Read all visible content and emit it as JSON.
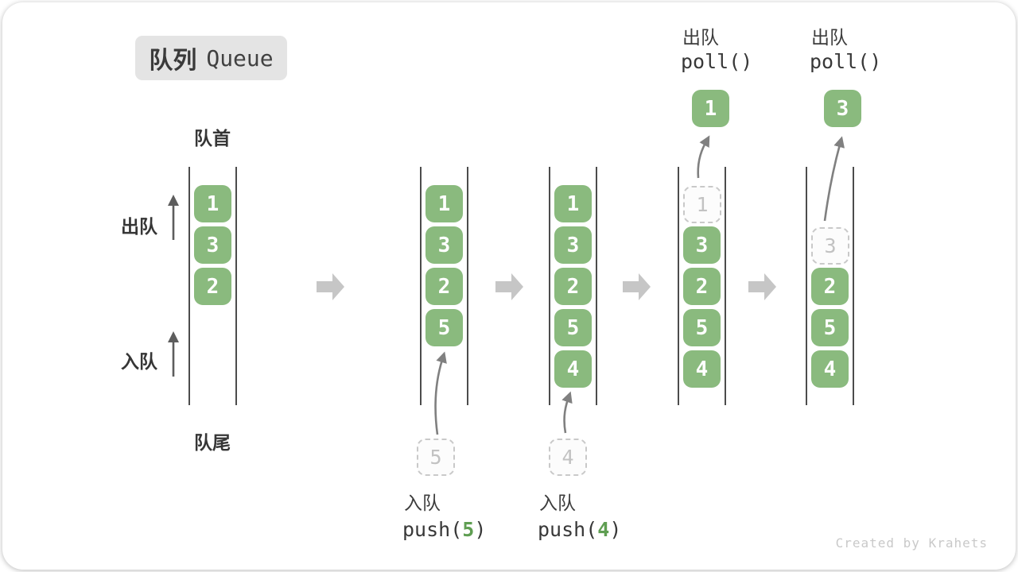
{
  "badge": {
    "zh": "队列",
    "en": "Queue"
  },
  "labels": {
    "front": "队首",
    "rear": "队尾",
    "dequeue": "出队",
    "enqueue": "入队"
  },
  "ops": {
    "enqueue_zh": "入队",
    "dequeue_zh": "出队",
    "poll": "poll()",
    "push_fn": "push(",
    "push_close": ")",
    "push5_arg": "5",
    "push4_arg": "4"
  },
  "states": {
    "s1": {
      "items": [
        "1",
        "3",
        "2"
      ]
    },
    "s2": {
      "items": [
        "1",
        "3",
        "2",
        "5"
      ],
      "pending": "5"
    },
    "s3": {
      "items": [
        "1",
        "3",
        "2",
        "5",
        "4"
      ],
      "pending": "4"
    },
    "s4": {
      "removed": "1",
      "items": [
        "3",
        "2",
        "5",
        "4"
      ],
      "result": "1"
    },
    "s5": {
      "removed": "3",
      "items": [
        "2",
        "5",
        "4"
      ],
      "result": "3"
    }
  },
  "watermark": "Created by Krahets",
  "colors": {
    "box_green": "#8aba7e",
    "code_green": "#5f9e52",
    "block_arrow_gray": "#c6c6c6",
    "line_dark": "#4c4c4c",
    "dashed_gray": "#c9c9c9",
    "badge_bg": "#e4e4e4"
  }
}
